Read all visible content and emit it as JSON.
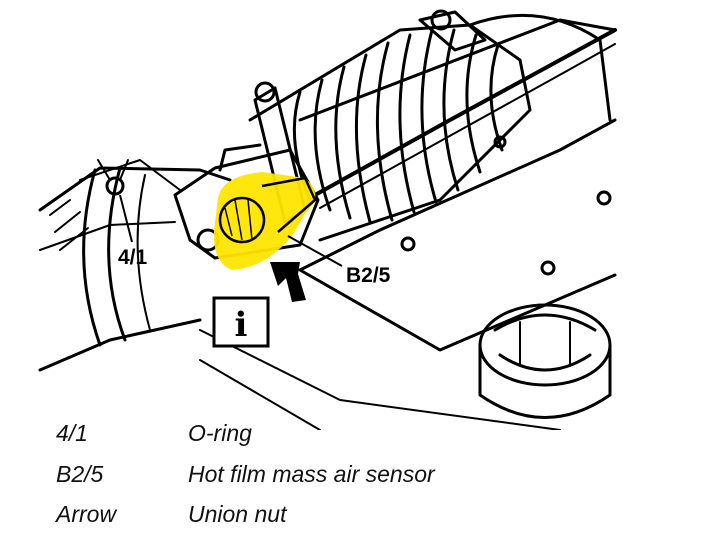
{
  "diagram": {
    "callouts": {
      "o_ring": "4/1",
      "sensor": "B2/5",
      "info_icon": "i"
    },
    "highlight_color": "#FFE600",
    "line_color": "#000000"
  },
  "legend": [
    {
      "key": "4/1",
      "description": "O-ring"
    },
    {
      "key": "B2/5",
      "description": "Hot film mass air sensor"
    },
    {
      "key": "Arrow",
      "description": "Union nut"
    }
  ]
}
